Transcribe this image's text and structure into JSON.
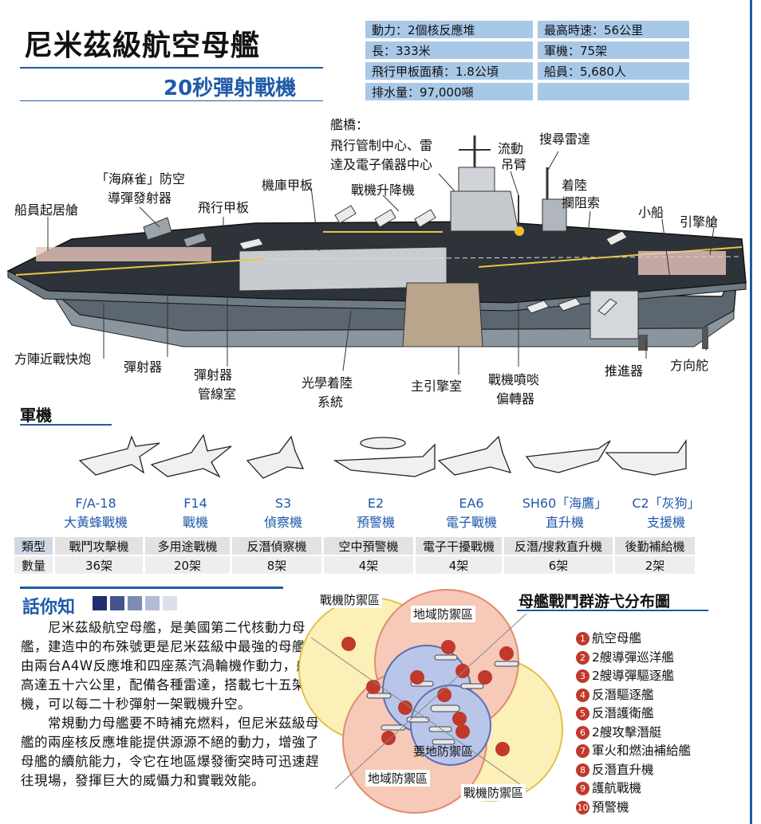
{
  "header": {
    "title": "尼米茲級航空母艦",
    "subtitle": "20秒彈射戰機"
  },
  "specs": [
    "動力：2個核反應堆",
    "最高時速：56公里",
    "長：333米",
    "軍機：75架",
    "飛行甲板面積：1.8公頃",
    "船員：5,680人",
    "排水量：97,000噸",
    ""
  ],
  "labels": {
    "bridge": "艦橋：",
    "bridge2": "飛行管制中心、雷",
    "bridge3": "達及電子儀器中心",
    "crane": "流動",
    "crane2": "吊臂",
    "radar": "搜尋雷達",
    "sparrow": "「海麻雀」防空",
    "sparrow2": "導彈發射器",
    "hangar": "機庫甲板",
    "elevator": "戰機升降機",
    "arrest": "着陸",
    "arrest2": "攔阻索",
    "boat": "小船",
    "crew": "船員起居艙",
    "flightdeck": "飛行甲板",
    "engine": "引擎艙",
    "phalanx": "方陣近戰快炮",
    "catapult": "彈射器",
    "catroom": "彈射器",
    "catroom2": "管線室",
    "optical": "光學着陸",
    "optical2": "系統",
    "mainengine": "主引擎室",
    "deflector": "戰機噴啖",
    "deflector2": "偏轉器",
    "prop": "推進器",
    "rudder": "方向舵"
  },
  "aircraft_section": "軍機",
  "aircraft": [
    {
      "name": "F/A-18",
      "desc": "大黃蜂戰機",
      "type": "戰鬥攻擊機",
      "count": "36架"
    },
    {
      "name": "F14",
      "desc": "戰機",
      "type": "多用途戰機",
      "count": "20架"
    },
    {
      "name": "S3",
      "desc": "偵察機",
      "type": "反潛偵察機",
      "count": "8架"
    },
    {
      "name": "E2",
      "desc": "預警機",
      "type": "空中預警機",
      "count": "4架"
    },
    {
      "name": "EA6",
      "desc": "電子戰機",
      "type": "電子干擾戰機",
      "count": "4架"
    },
    {
      "name": "SH60「海鷹」",
      "desc": "直升機",
      "type": "反潛/搜救直升機",
      "count": "6架"
    },
    {
      "name": "C2「灰狗」",
      "desc": "支援機",
      "type": "後勤補給機",
      "count": "2架"
    }
  ],
  "table_headers": {
    "type": "類型",
    "count": "數量"
  },
  "know": {
    "title": "話你知",
    "p1": "　　尼米茲級航空母艦，是美國第二代核動力母艦，建造中的布殊號更是尼米茲級中最強的母艦，由兩台A4W反應堆和四座蒸汽渦輪機作動力，航速高達五十六公里，配備各種雷達，搭載七十五架軍機，可以每二十秒彈射一架戰機升空。",
    "p2": "　　常規動力母艦要不時補充燃料，但尼米茲級母艦的兩座核反應堆能提供源源不絕的動力，增強了母艦的續航能力，令它在地區爆發衝突時可迅速趕往現場，發揮巨大的威懾力和實戰效能。"
  },
  "formation": {
    "title": "母艦戰鬥群游弋分布圖",
    "zone_fighter": "戰機防禦區",
    "zone_area": "地域防禦區",
    "zone_key": "要地防禦區",
    "legend": [
      {
        "n": "1",
        "t": "航空母艦"
      },
      {
        "n": "2",
        "t": "2艘導彈巡洋艦"
      },
      {
        "n": "3",
        "t": "2艘導彈驅逐艦"
      },
      {
        "n": "4",
        "t": "反潛驅逐艦"
      },
      {
        "n": "5",
        "t": "反潛護衛艦"
      },
      {
        "n": "6",
        "t": "2艘攻擊潛艇"
      },
      {
        "n": "7",
        "t": "軍火和燃油補給艦"
      },
      {
        "n": "8",
        "t": "反潛直升機"
      },
      {
        "n": "9",
        "t": "護航戰機"
      },
      {
        "n": "10",
        "t": "預警機"
      }
    ]
  },
  "colors": {
    "accent": "#1f5aa8",
    "spec_bg": "#a8c8e8",
    "marker": "#c0392b"
  }
}
